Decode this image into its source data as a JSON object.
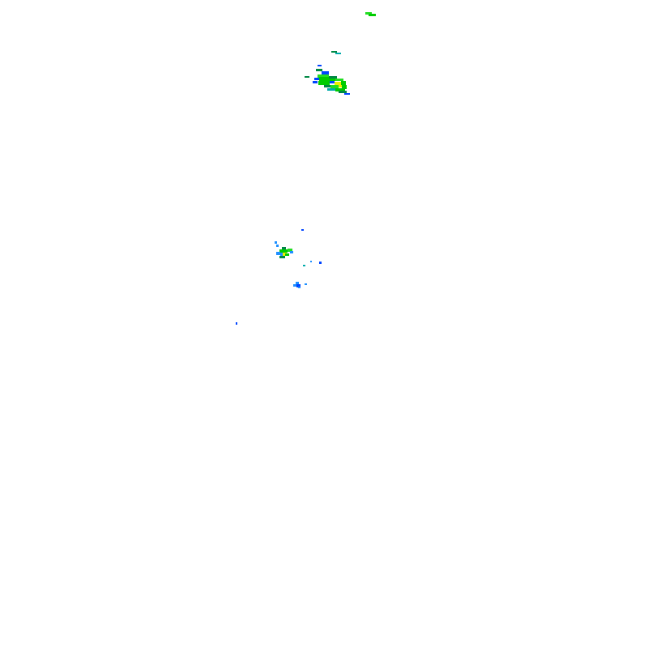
{
  "map": {
    "type": "precipitation-radar-overlay",
    "background": "#ffffff",
    "legend_shown": false,
    "echo_colors": {
      "light": "#1e90ff",
      "light_moderate": "#0044ff",
      "moderate": "#00cc00",
      "moderate_heavy": "#22dd22",
      "dark_green": "#008844",
      "heavy": "#eeee00",
      "teal": "#00aaaa"
    },
    "echo_groups": [
      {
        "id": "cell-north-small"
      },
      {
        "id": "cell-north-streak"
      },
      {
        "id": "cell-north-main"
      },
      {
        "id": "cell-central-cluster"
      },
      {
        "id": "cell-central-scatter"
      },
      {
        "id": "cell-south-cluster"
      },
      {
        "id": "cell-isolated-speck"
      }
    ]
  }
}
